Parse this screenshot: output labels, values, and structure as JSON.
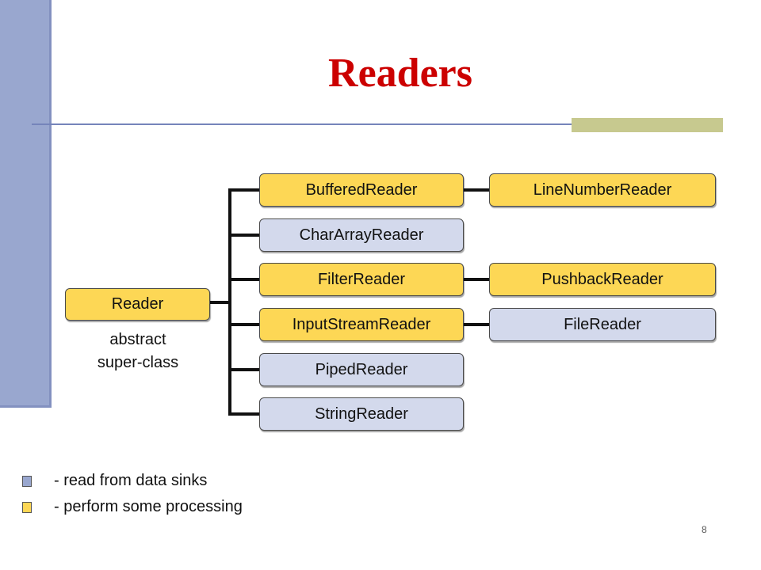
{
  "slide": {
    "title": "Readers",
    "page_number": "8"
  },
  "colors": {
    "processing": "#fdd755",
    "data_sink": "#d3d9ec",
    "side_bar": "#99a7cf",
    "title": "#cc0000",
    "accent": "#c7c98f"
  },
  "root": {
    "label": "Reader",
    "caption_line1": "abstract",
    "caption_line2": "super-class",
    "kind": "processing"
  },
  "subclasses": [
    {
      "label": "BufferedReader",
      "kind": "processing"
    },
    {
      "label": "CharArrayReader",
      "kind": "sink"
    },
    {
      "label": "FilterReader",
      "kind": "processing"
    },
    {
      "label": "InputStreamReader",
      "kind": "processing"
    },
    {
      "label": "PipedReader",
      "kind": "sink"
    },
    {
      "label": "StringReader",
      "kind": "sink"
    }
  ],
  "children": [
    {
      "label": "LineNumberReader",
      "kind": "processing",
      "parent": "BufferedReader"
    },
    {
      "label": "PushbackReader",
      "kind": "processing",
      "parent": "FilterReader"
    },
    {
      "label": "FileReader",
      "kind": "sink",
      "parent": "InputStreamReader"
    }
  ],
  "legend": [
    {
      "label": "- read from data sinks",
      "kind": "sink"
    },
    {
      "label": "- perform some processing",
      "kind": "processing"
    }
  ]
}
